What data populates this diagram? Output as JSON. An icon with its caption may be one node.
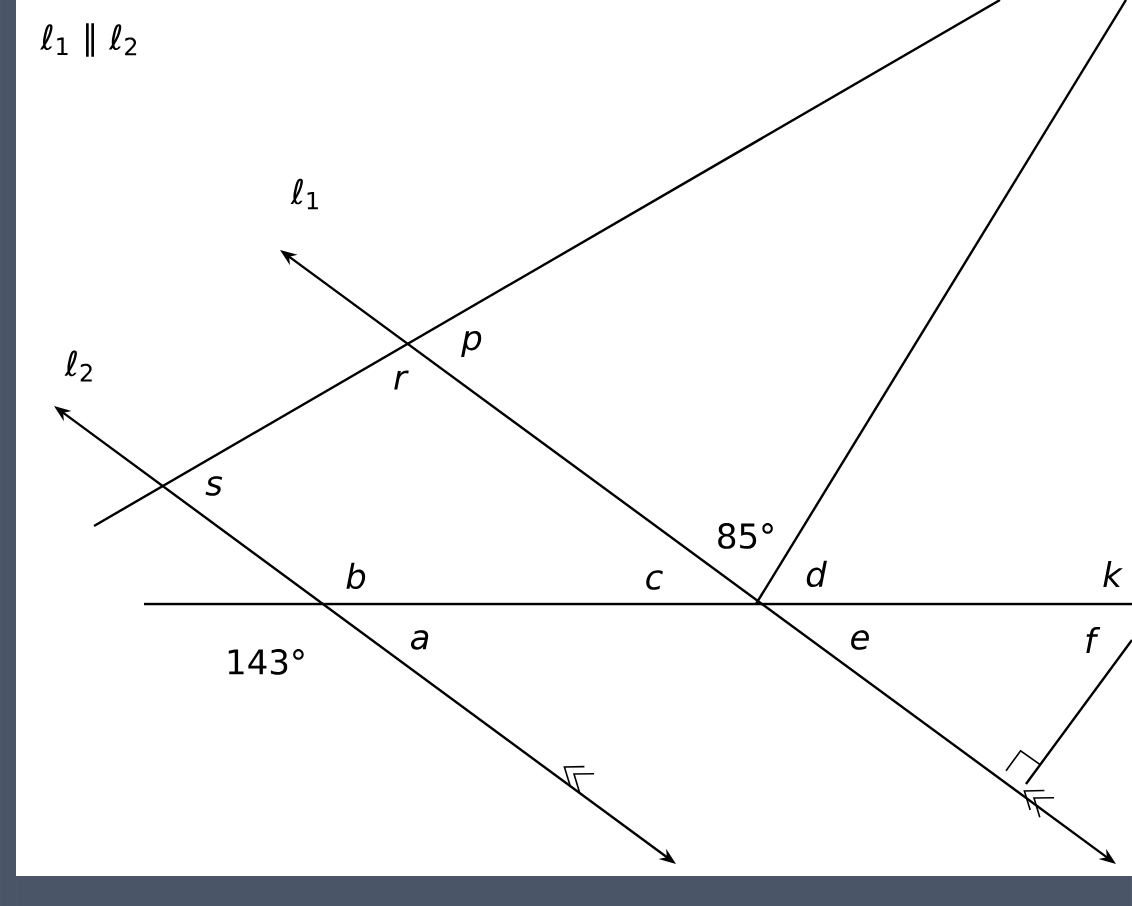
{
  "diagram": {
    "labels": [
      "ℓ$_{1}$ ∥ ℓ$_{2}$",
      "ℓ$_{1}$",
      "p",
      "r",
      "ℓ$_{2}$",
      "s",
      "85°",
      "b",
      "c",
      "d",
      "k",
      "143°",
      "a",
      "e",
      "f"
    ]
  }
}
